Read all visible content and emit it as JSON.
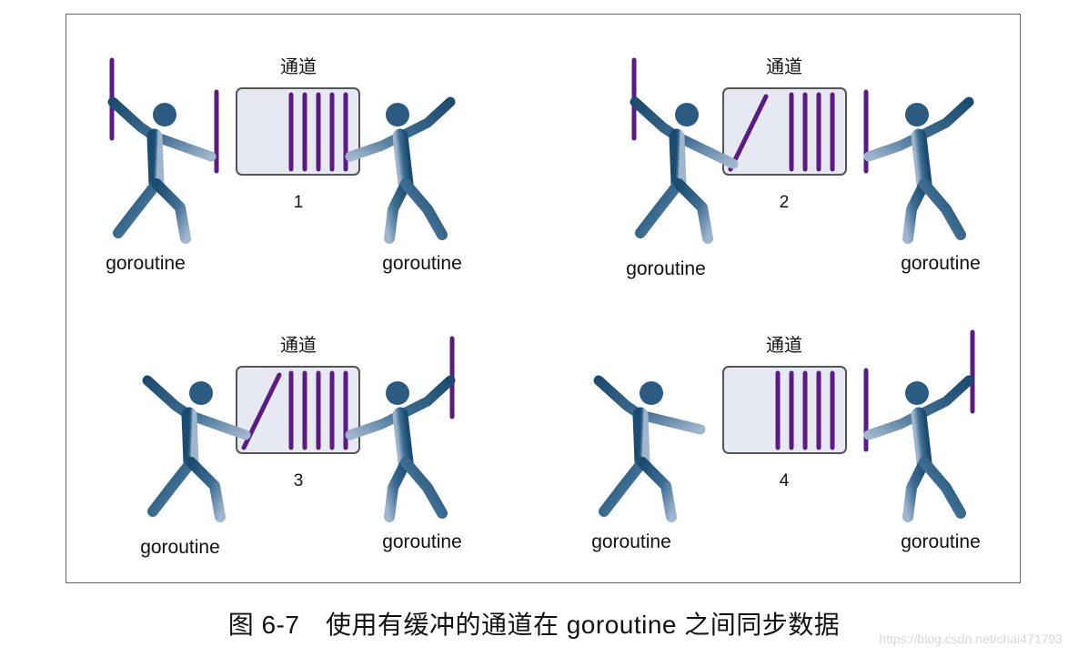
{
  "panels": [
    {
      "number": "1",
      "channel_label": "通道",
      "left_label": "goroutine",
      "right_label": "goroutine"
    },
    {
      "number": "2",
      "channel_label": "通道",
      "left_label": "goroutine",
      "right_label": "goroutine"
    },
    {
      "number": "3",
      "channel_label": "通道",
      "left_label": "goroutine",
      "right_label": "goroutine"
    },
    {
      "number": "4",
      "channel_label": "通道",
      "left_label": "goroutine",
      "right_label": "goroutine"
    }
  ],
  "caption": "图 6-7　使用有缓冲的通道在 goroutine 之间同步数据",
  "watermark": "https://blog.csdn.net/chai471793",
  "colors": {
    "bar": "#5a1c80",
    "figure_dark": "#1e5073",
    "figure_light": "#9bb3cb",
    "channel_fill": "#e6e8f2",
    "channel_stroke": "#555555"
  }
}
